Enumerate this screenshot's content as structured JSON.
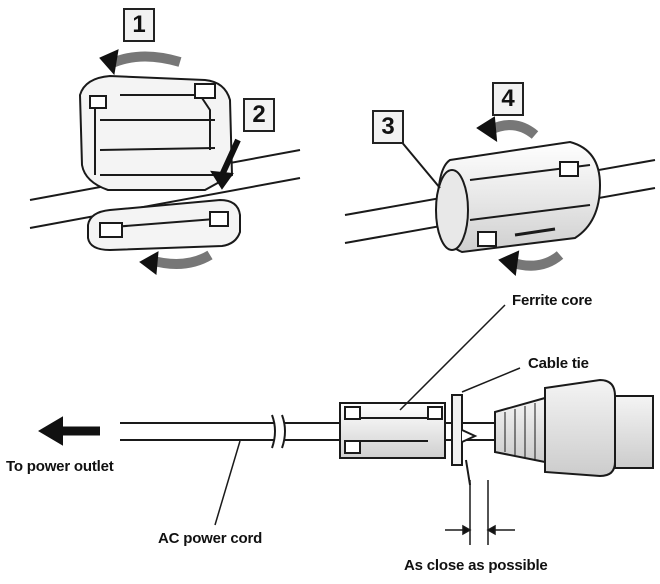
{
  "steps": [
    "1",
    "2",
    "3",
    "4"
  ],
  "labels": {
    "ferrite_core": "Ferrite core",
    "cable_tie": "Cable tie",
    "to_power_outlet": "To power outlet",
    "ac_power_cord": "AC power cord",
    "as_close_as_possible": "As close as possible"
  },
  "colors": {
    "line": "#1a1a1a",
    "fill_light": "#e6e6e6",
    "arrow_dark": "#111111",
    "arrow_light": "#9a9a9a"
  }
}
